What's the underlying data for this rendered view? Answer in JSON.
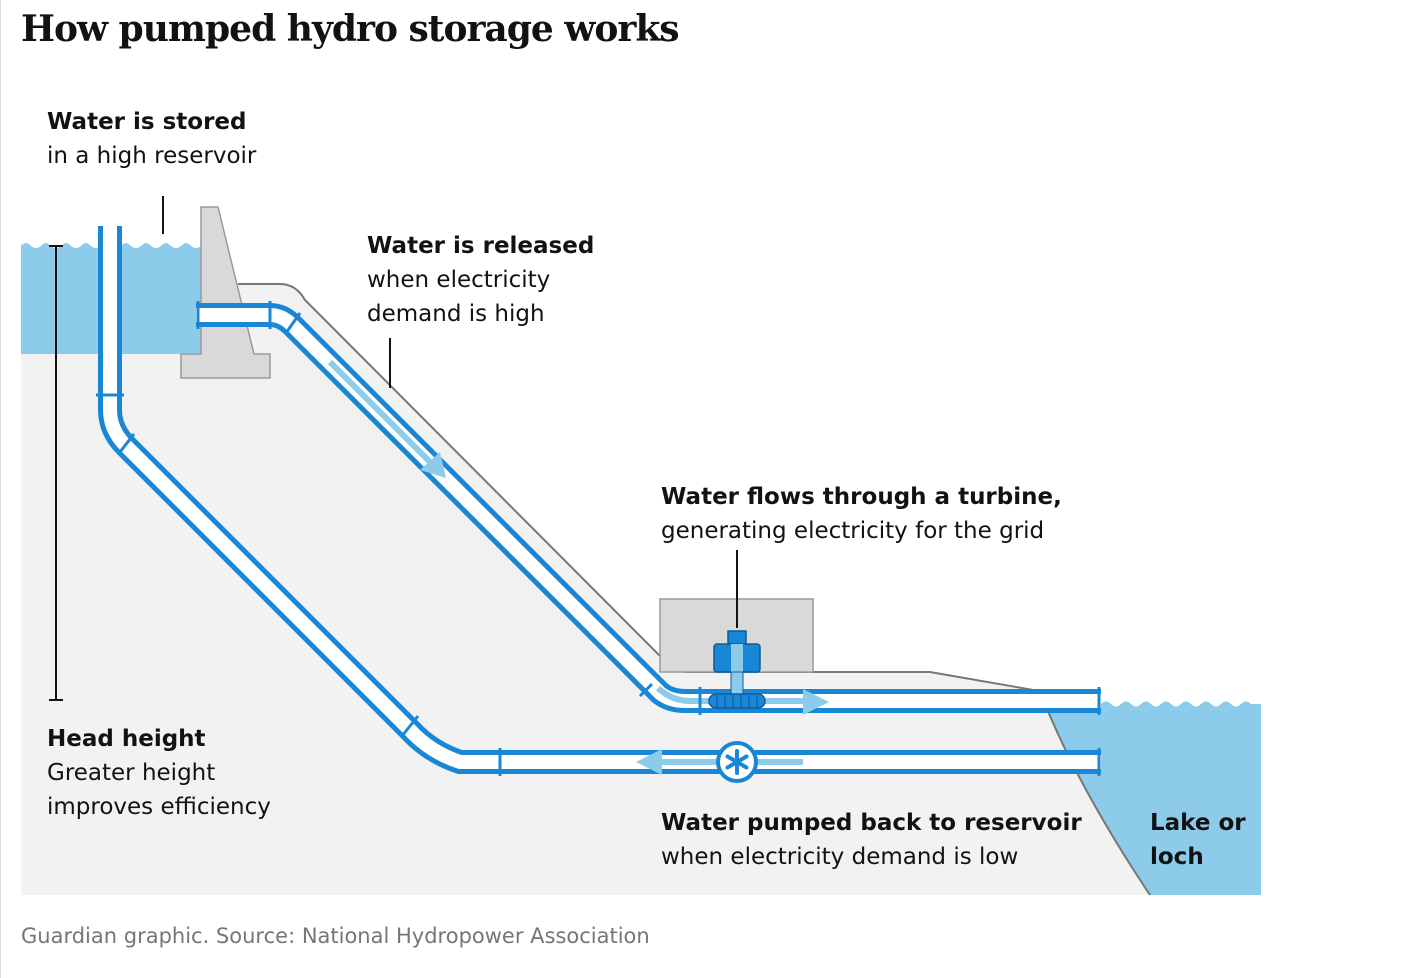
{
  "title": "How pumped hydro storage works",
  "labels": {
    "stored": {
      "head": "Water is stored",
      "body": "in a high reservoir"
    },
    "released": {
      "head": "Water is released",
      "body1": "when electricity",
      "body2": "demand is high"
    },
    "turbine": {
      "head": "Water flows through a turbine,",
      "body": "generating electricity for the grid"
    },
    "head_height": {
      "head": "Head height",
      "body1": "Greater height",
      "body2": "improves efficiency"
    },
    "pumped": {
      "head": "Water pumped back to reservoir",
      "body": "when electricity demand is low"
    },
    "lake": {
      "line1": "Lake or",
      "line2": "loch"
    }
  },
  "source": "Guardian graphic. Source: National Hydropower Association",
  "colors": {
    "water": "#8ccbea",
    "pipe": "#1a87d6",
    "ground": "#f2f2f2",
    "dam": "#d9d9d9",
    "ink": "#121212",
    "muted": "#767676"
  }
}
